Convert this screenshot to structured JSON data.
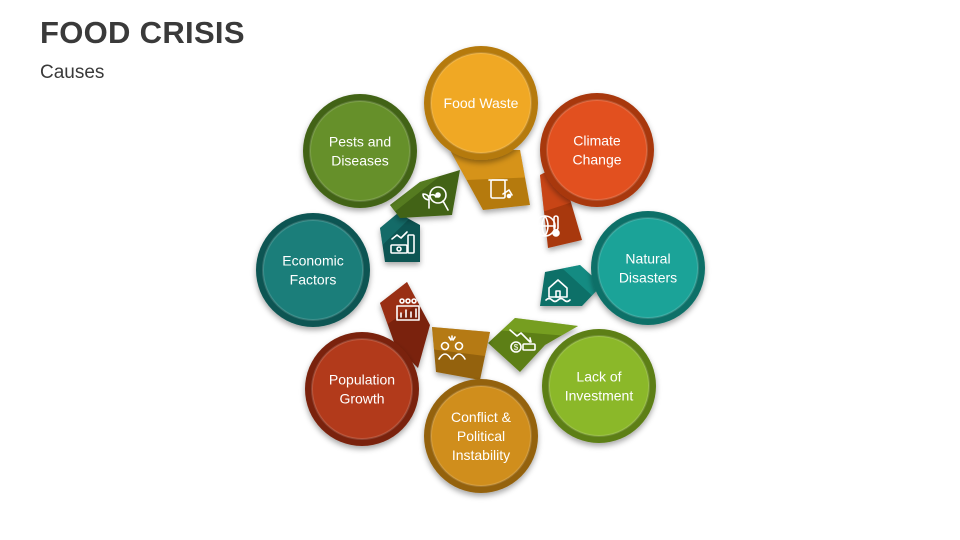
{
  "header": {
    "title": "FOOD CRISIS",
    "subtitle": "Causes"
  },
  "diagram": {
    "items": [
      {
        "name": "food-waste",
        "lines": [
          "Food Waste"
        ],
        "color": "#f0a824",
        "dark": "#b57a0e",
        "icon": "trash-bin-icon"
      },
      {
        "name": "climate-change",
        "lines": [
          "Climate",
          "Change"
        ],
        "color": "#e2501f",
        "dark": "#a8370f",
        "icon": "globe-thermometer-icon"
      },
      {
        "name": "natural-disasters",
        "lines": [
          "Natural",
          "Disasters"
        ],
        "color": "#1ba398",
        "dark": "#0e6f67",
        "icon": "flooded-house-icon"
      },
      {
        "name": "lack-of-investment",
        "lines": [
          "Lack of",
          "Investment"
        ],
        "color": "#8bb829",
        "dark": "#5d7f13",
        "icon": "falling-money-icon"
      },
      {
        "name": "conflict-political",
        "lines": [
          "Conflict &",
          "Political",
          "Instability"
        ],
        "color": "#d08e1c",
        "dark": "#94620c",
        "icon": "arguing-people-icon"
      },
      {
        "name": "population-growth",
        "lines": [
          "Population",
          "Growth"
        ],
        "color": "#b23a1b",
        "dark": "#7a230c",
        "icon": "population-chart-icon"
      },
      {
        "name": "economic-factors",
        "lines": [
          "Economic",
          "Factors"
        ],
        "color": "#1b7e7a",
        "dark": "#0f5552",
        "icon": "money-chart-icon"
      },
      {
        "name": "pests-diseases",
        "lines": [
          "Pests and",
          "Diseases"
        ],
        "color": "#66902a",
        "dark": "#436414",
        "icon": "plant-magnifier-icon"
      }
    ]
  }
}
